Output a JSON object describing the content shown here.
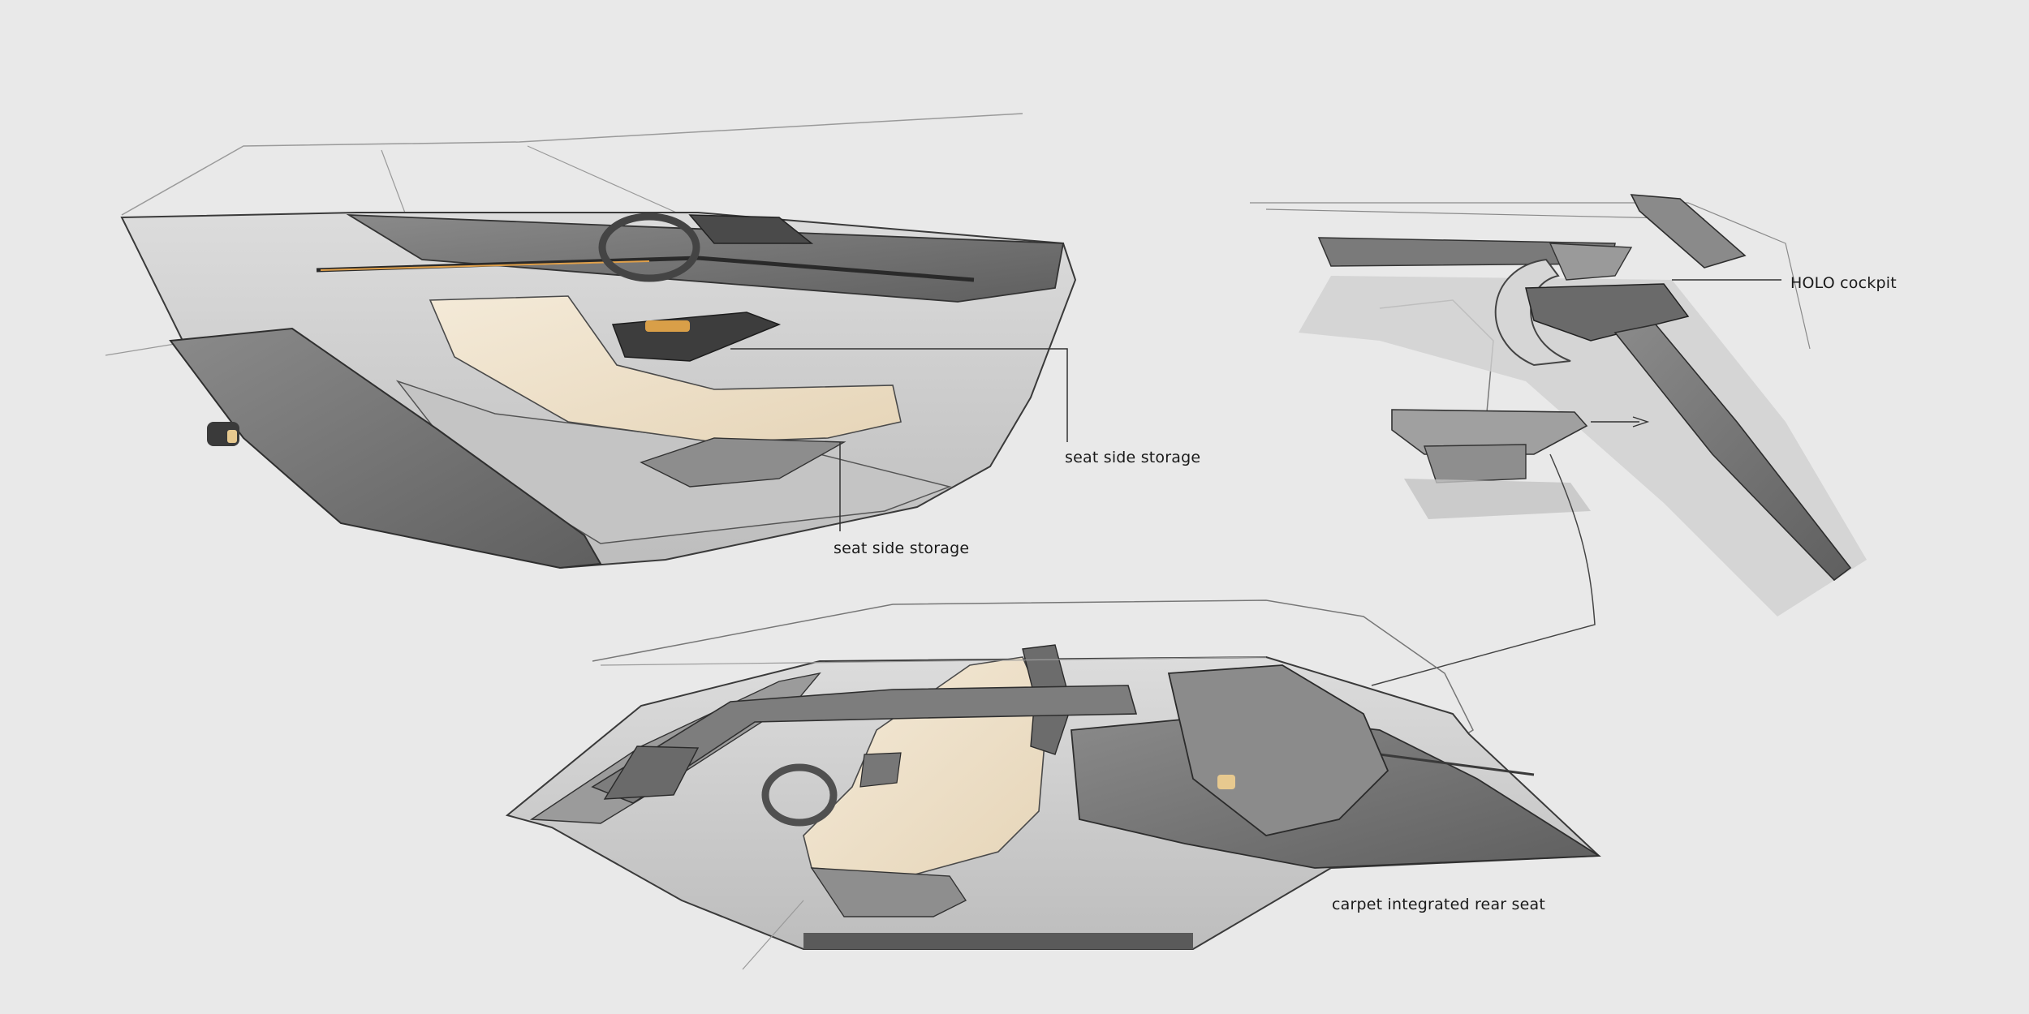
{
  "annotations": {
    "seat_side_storage_1": "seat side storage",
    "seat_side_storage_2": "seat side storage",
    "holo_cockpit": "HOLO cockpit",
    "carpet_rear_seat": "carpet integrated rear seat"
  },
  "colors": {
    "background": "#e9e9e9",
    "body_light": "#d6d6d6",
    "body_mid": "#a9a9a9",
    "body_dark": "#6e6e6e",
    "seat_cream": "#efe4d0",
    "line": "#3a3a3a",
    "accent_warm": "#f5b04a"
  }
}
